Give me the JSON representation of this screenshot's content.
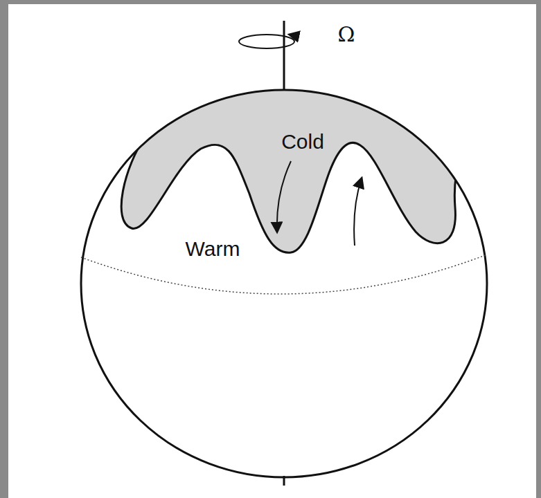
{
  "diagram": {
    "labels": [
      "Ω",
      "Cold",
      "Warm"
    ]
  }
}
